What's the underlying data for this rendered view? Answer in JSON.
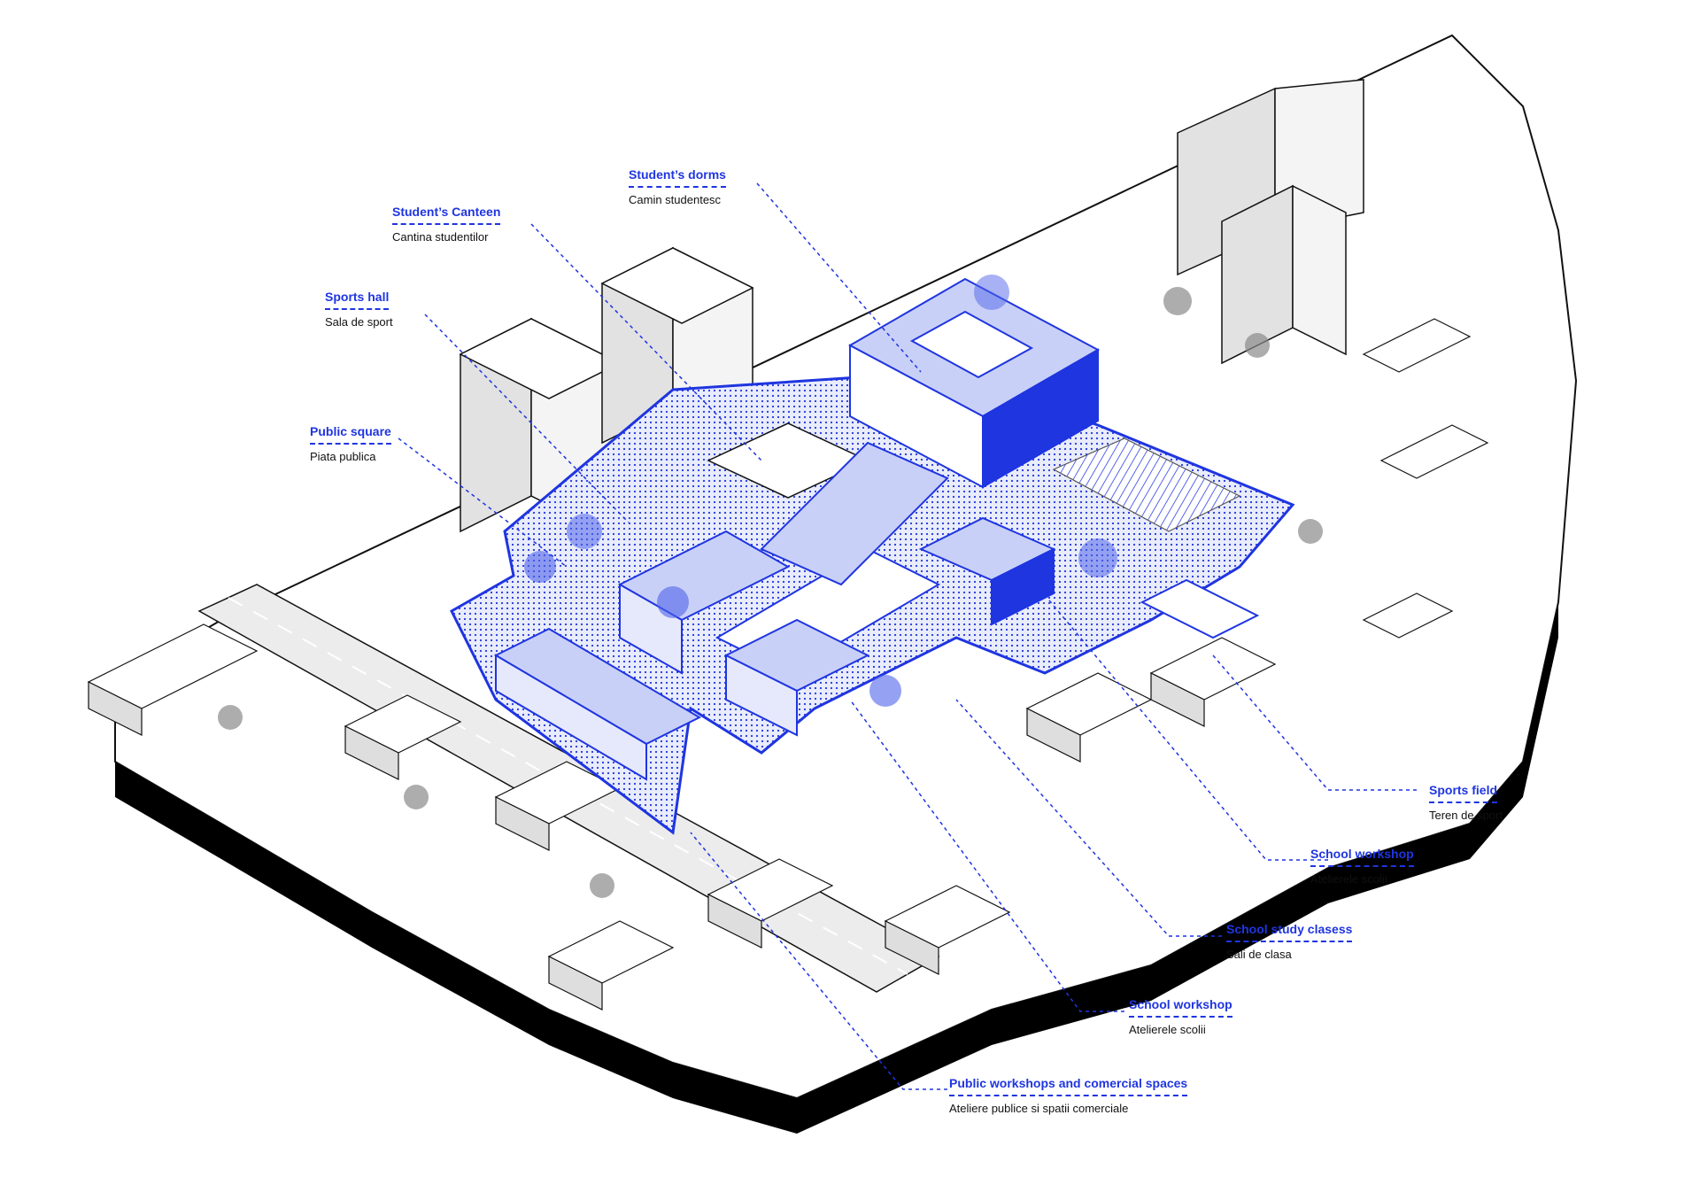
{
  "colors": {
    "accent": "#1f35e0",
    "building_fill": "#f2f2f2",
    "building_side": "#d9d9d9",
    "outline": "#111111",
    "base_black": "#000000"
  },
  "labels": {
    "dorms": {
      "en": "Student’s dorms",
      "ro": "Camin studentesc"
    },
    "canteen": {
      "en": "Student’s Canteen",
      "ro": "Cantina studentilor"
    },
    "sports_hall": {
      "en": "Sports hall",
      "ro": "Sala de sport"
    },
    "public_square": {
      "en": "Public square",
      "ro": "Piata publica"
    },
    "sports_field": {
      "en": "Sports field",
      "ro": "Teren de sport"
    },
    "workshop_1": {
      "en": "School workshop",
      "ro": "Atelierele scolii"
    },
    "study_classes": {
      "en": "School study clasess",
      "ro": "Sali de clasa"
    },
    "workshop_2": {
      "en": "School workshop",
      "ro": "Atelierele scolii"
    },
    "public_workshops": {
      "en": "Public workshops and comercial spaces",
      "ro": "Ateliere publice si spatii comerciale"
    }
  }
}
